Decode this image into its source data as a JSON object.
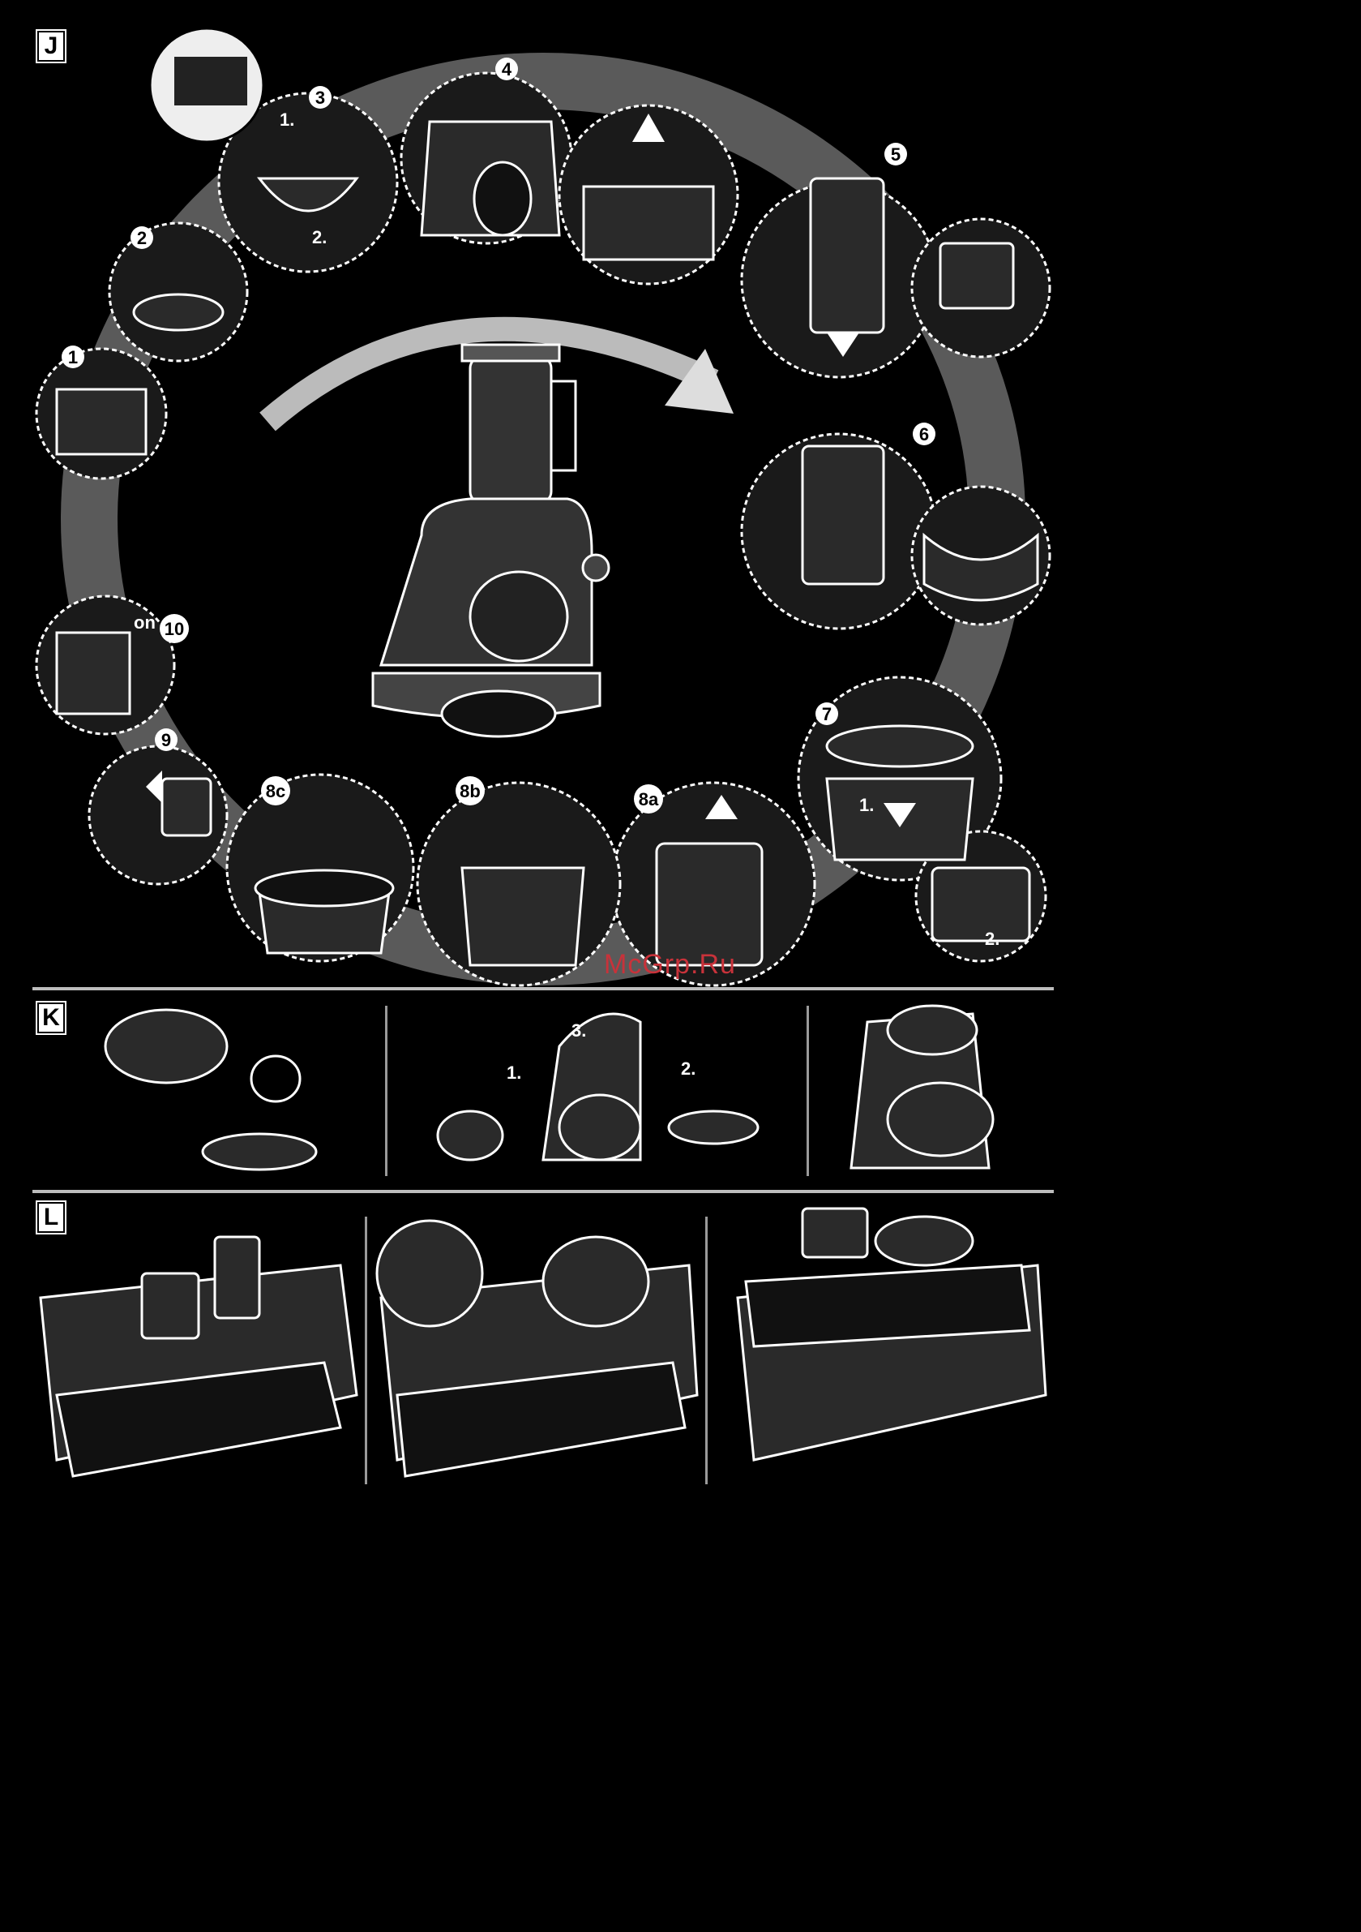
{
  "sections": [
    {
      "id": "J",
      "label": "J"
    },
    {
      "id": "K",
      "label": "K"
    },
    {
      "id": "L",
      "label": "L"
    }
  ],
  "steps_j": {
    "s1": "1",
    "s2": "2",
    "s3": "3",
    "s4": "4",
    "s5": "5",
    "s6": "6",
    "s7": "7",
    "s8a": "8a",
    "s8b": "8b",
    "s8c": "8c",
    "s9": "9",
    "s10": "10"
  },
  "callouts": {
    "j_step3_sub1": "1.",
    "j_step3_sub2": "2.",
    "j_step7_sub1": "1.",
    "j_step7_sub2": "2.",
    "j_step10_on": "on",
    "k_step1": "1.",
    "k_step2": "2.",
    "k_step3": "3."
  },
  "watermark": "McGrp.Ru",
  "colors": {
    "background": "#000000",
    "line": "#ffffff",
    "ring": "#6a6a6a",
    "watermark": "#c8323a"
  }
}
